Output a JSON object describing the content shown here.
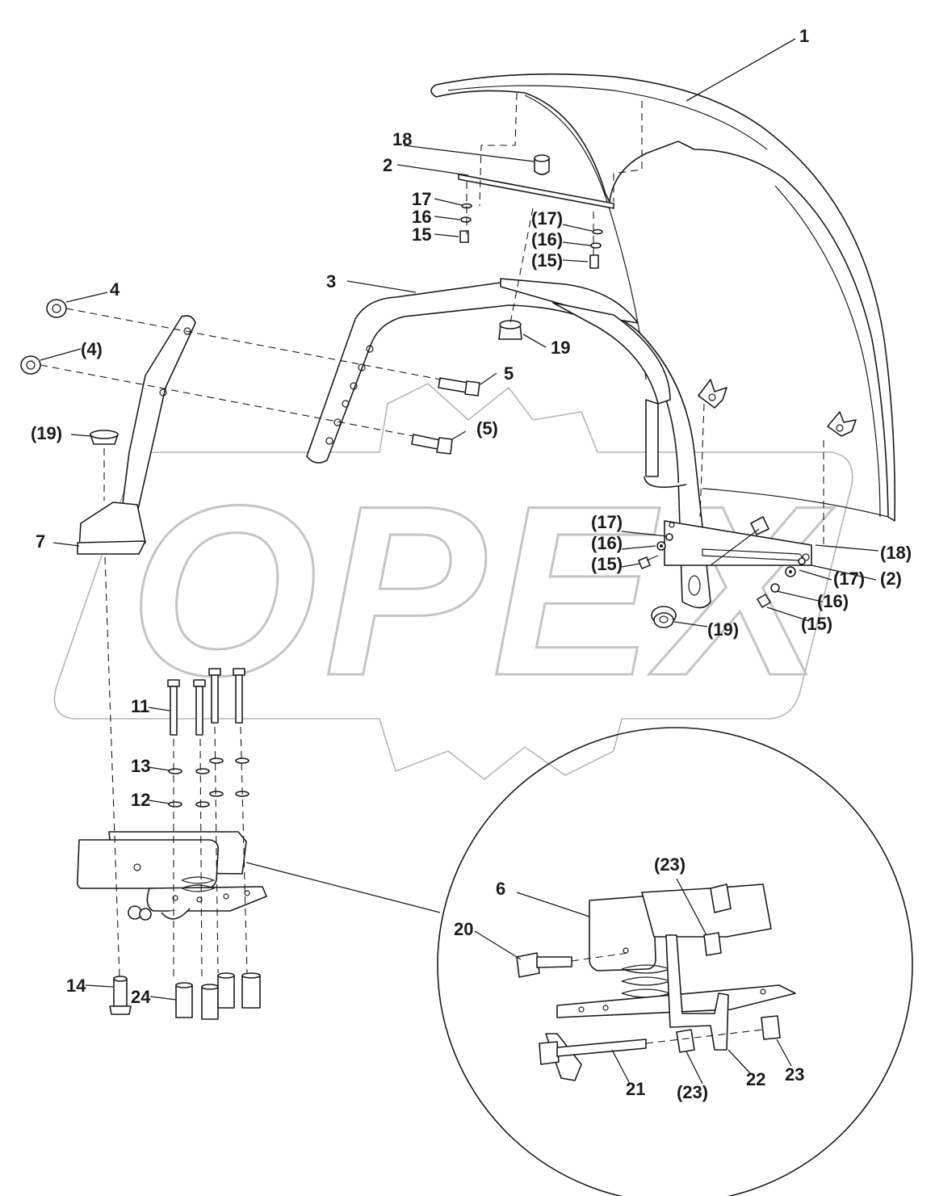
{
  "watermark": {
    "text": "OPEX"
  },
  "labels": {
    "l1": "1",
    "l2": "2",
    "l2b": "(2)",
    "l3": "3",
    "l4": "4",
    "l4b": "(4)",
    "l5": "5",
    "l5b": "(5)",
    "l6": "6",
    "l7": "7",
    "l11": "11",
    "l12": "12",
    "l13": "13",
    "l14": "14",
    "l15": "15",
    "l15b": "(15)",
    "l15c": "(15)",
    "l15d": "(15)",
    "l16": "16",
    "l16b": "(16)",
    "l16c": "(16)",
    "l16d": "(16)",
    "l17": "17",
    "l17b": "(17)",
    "l17c": "(17)",
    "l17d": "(17)",
    "l18": "18",
    "l18b": "(18)",
    "l19": "19",
    "l19b": "(19)",
    "l19c": "(19)",
    "l20": "20",
    "l21": "21",
    "l22": "22",
    "l23": "23",
    "l23b": "(23)",
    "l23c": "(23)"
  }
}
